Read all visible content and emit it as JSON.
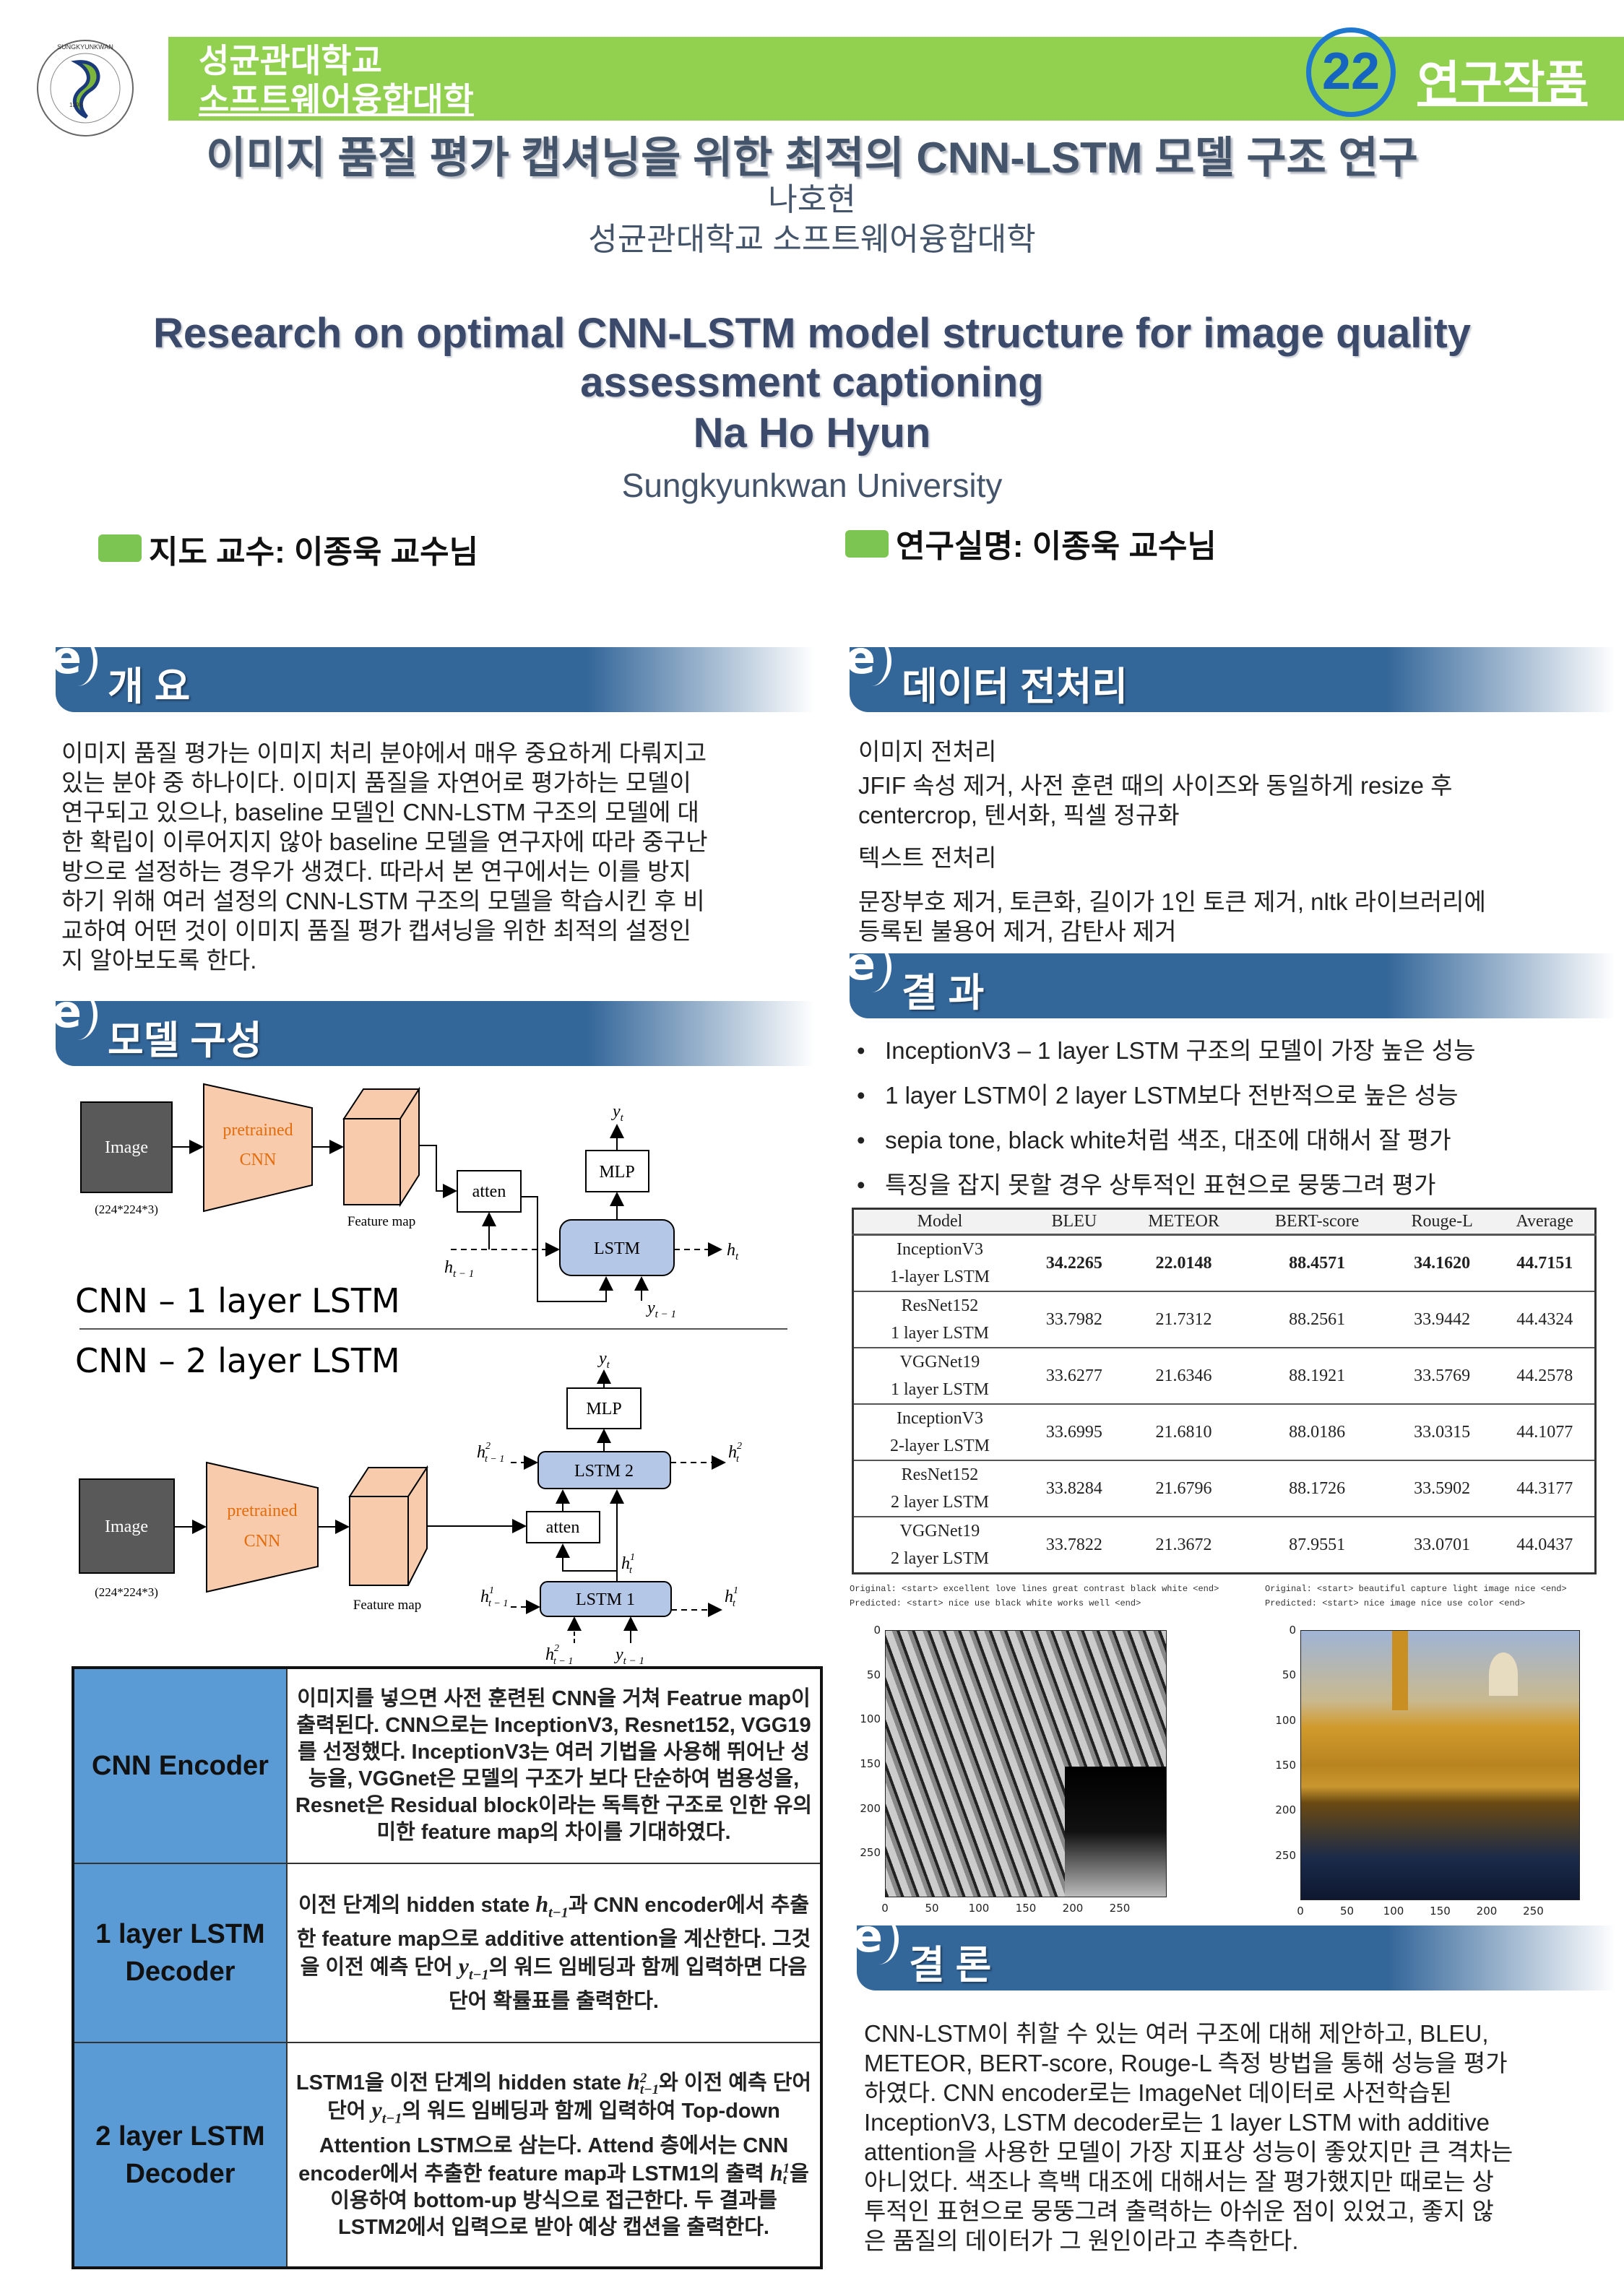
{
  "header": {
    "univ_line1": "성균관대학교",
    "univ_line2": "소프트웨어융합대학",
    "number": "22",
    "category": "연구작품",
    "logo_text": "SUNGKYUNKWAN UNIVERSITY 1398 성균관대학교"
  },
  "title": {
    "ko": "이미지 품질 평가 캡셔닝을 위한 최적의 CNN-LSTM 모델 구조 연구",
    "author_ko": "나호현",
    "affil_ko": "성균관대학교 소프트웨어융합대학",
    "en_line1": "Research on optimal CNN-LSTM model structure for image quality",
    "en_line2": "assessment captioning",
    "author_en": "Na Ho Hyun",
    "affil_en": "Sungkyunkwan University"
  },
  "advisor": {
    "left": "지도 교수:  이종욱 교수님",
    "right": "연구실명:  이종욱 교수님"
  },
  "overview": {
    "title": "개 요",
    "lines": [
      "이미지 품질 평가는 이미지 처리 분야에서 매우 중요하게 다뤄지고",
      "있는 분야 중 하나이다. 이미지 품질을 자연어로 평가하는 모델이",
      "연구되고 있으나, baseline 모델인 CNN-LSTM 구조의 모델에 대",
      "한 확립이 이루어지지 않아 baseline 모델을 연구자에 따라 중구난",
      "방으로 설정하는 경우가 생겼다. 따라서 본 연구에서는 이를 방지",
      "하기 위해 여러 설정의 CNN-LSTM 구조의 모델을 학습시킨 후 비",
      "교하여 어떤 것이 이미지 품질 평가 캡셔닝을 위한 최적의 설정인",
      "지 알아보도록 한다."
    ]
  },
  "model": {
    "title": "모델 구성",
    "diagram": {
      "image": "Image",
      "size": "(224*224*3)",
      "pretrained": "pretrained",
      "cnn": "CNN",
      "feature_map": "Feature map",
      "atten": "atten",
      "mlp": "MLP",
      "lstm": "LSTM",
      "lstm1": "LSTM  1",
      "lstm2": "LSTM  2",
      "h": "h",
      "y": "y",
      "t": "t",
      "tm1": "t − 1",
      "one": "1",
      "two": "2"
    },
    "label1": "CNN – 1 layer LSTM",
    "label2": "CNN – 2 layer LSTM",
    "table": [
      {
        "label": "CNN Encoder",
        "text": "이미지를 넣으면 사전 훈련된 CNN을 거쳐 Featrue map이 출력된다. CNN으로는 InceptionV3, Resnet152, VGG19를 선정했다. InceptionV3는 여러 기법을 사용해 뛰어난 성능을, VGGnet은 모델의 구조가 보다 단순하여 범용성을, Resnet은 Residual block이라는 독특한 구조로 인한 유의미한 feature map의 차이를 기대하였다."
      },
      {
        "label1": "1 layer LSTM",
        "label2": "Decoder",
        "s1": "이전 단계의 hidden state ",
        "s2": "과 CNN encoder에서 추출한 feature map으로 additive attention을 계산한다. 그것을 이전 예측 단어 ",
        "s3": "의 워드 임베딩과 함께 입력하면 다음 단어 확률표를 출력한다."
      },
      {
        "label1": "2 layer LSTM",
        "label2": "Decoder",
        "s1": "LSTM1을 이전 단계의 hidden state ",
        "s2": "와 이전 예측 단어 단어 ",
        "s3": "의 워드 임베딩과 함께 입력하여 Top-down Attention LSTM으로 삼는다. Attend 층에서는 CNN encoder에서 추출한 feature map과 LSTM1의 출력 ",
        "s4": "을 이용하여 bottom-up 방식으로 접근한다. 두 결과를 LSTM2에서 입력으로 받아 예상 캡션을 출력한다."
      }
    ]
  },
  "preprocess": {
    "title": "데이터 전처리",
    "image_heading": "이미지 전처리",
    "image_lines": [
      "JFIF 속성 제거, 사전 훈련 때의 사이즈와 동일하게 resize 후",
      "centercrop, 텐서화, 픽셀 정규화"
    ],
    "text_heading": "텍스트 전처리",
    "text_lines": [
      "문장부호 제거, 토큰화, 길이가 1인 토큰 제거, nltk 라이브러리에",
      "등록된 불용어 제거, 감탄사 제거"
    ]
  },
  "results": {
    "title": "결 과",
    "bullets": [
      "InceptionV3 – 1 layer LSTM 구조의 모델이 가장 높은 성능",
      "1 layer LSTM이 2 layer LSTM보다 전반적으로 높은 성능",
      "sepia tone, black white처럼 색조, 대조에 대해서 잘 평가",
      "특징을 잡지 못할 경우 상투적인 표현으로 뭉뚱그려 평가"
    ],
    "table": {
      "columns": [
        "Model",
        "BLEU",
        "METEOR",
        "BERT-score",
        "Rouge-L",
        "Average"
      ],
      "rows": [
        {
          "model": [
            "InceptionV3",
            "1-layer LSTM"
          ],
          "values": [
            "34.2265",
            "22.0148",
            "88.4571",
            "34.1620",
            "44.7151"
          ],
          "best": true
        },
        {
          "model": [
            "ResNet152",
            "1 layer LSTM"
          ],
          "values": [
            "33.7982",
            "21.7312",
            "88.2561",
            "33.9442",
            "44.4324"
          ]
        },
        {
          "model": [
            "VGGNet19",
            "1 layer LSTM"
          ],
          "values": [
            "33.6277",
            "21.6346",
            "88.1921",
            "33.5769",
            "44.2578"
          ]
        },
        {
          "model": [
            "InceptionV3",
            "2-layer LSTM"
          ],
          "values": [
            "33.6995",
            "21.6810",
            "88.0186",
            "33.0315",
            "44.1077"
          ]
        },
        {
          "model": [
            "ResNet152",
            "2 layer LSTM"
          ],
          "values": [
            "33.8284",
            "21.6796",
            "88.1726",
            "33.5902",
            "44.3177"
          ]
        },
        {
          "model": [
            "VGGNet19",
            "2 layer LSTM"
          ],
          "values": [
            "33.7822",
            "21.3672",
            "87.9551",
            "33.0701",
            "44.0437"
          ]
        }
      ]
    },
    "examples": [
      {
        "original": "Original: <start> excellent love lines great contrast black white <end>",
        "predicted": "Predicted: <start> nice use black white works well <end>"
      },
      {
        "original": "Original: <start> beautiful capture light image nice <end>",
        "predicted": "Predicted: <start> nice image nice use color <end>"
      }
    ],
    "ticks": [
      "0",
      "50",
      "100",
      "150",
      "200",
      "250"
    ]
  },
  "conclusion": {
    "title": "결 론",
    "lines": [
      "CNN-LSTM이 취할 수 있는 여러 구조에 대해 제안하고, BLEU,",
      "METEOR, BERT-score, Rouge-L 측정 방법을 통해 성능을 평가",
      "하였다. CNN encoder로는 ImageNet 데이터로 사전학습된",
      "InceptionV3, LSTM decoder로는 1 layer LSTM with additive",
      "attention을 사용한 모델이 가장 지표상 성능이 좋았지만 큰 격차는",
      "아니었다. 색조나 흑백 대조에 대해서는 잘 평가했지만 때로는 상",
      "투적인 표현으로 뭉뚱그려 출력하는 아쉬운 점이 있었고, 좋지 않",
      "은 품질의 데이터가 그 원인이라고 추측한다."
    ]
  },
  "colors": {
    "green": "#92d050",
    "section_blue": "#336699",
    "table_blue": "#5b9bd5",
    "cnn_fill": "#f8cbad",
    "lstm_fill": "#b4c7e7",
    "number_blue": "#1e78d0"
  }
}
